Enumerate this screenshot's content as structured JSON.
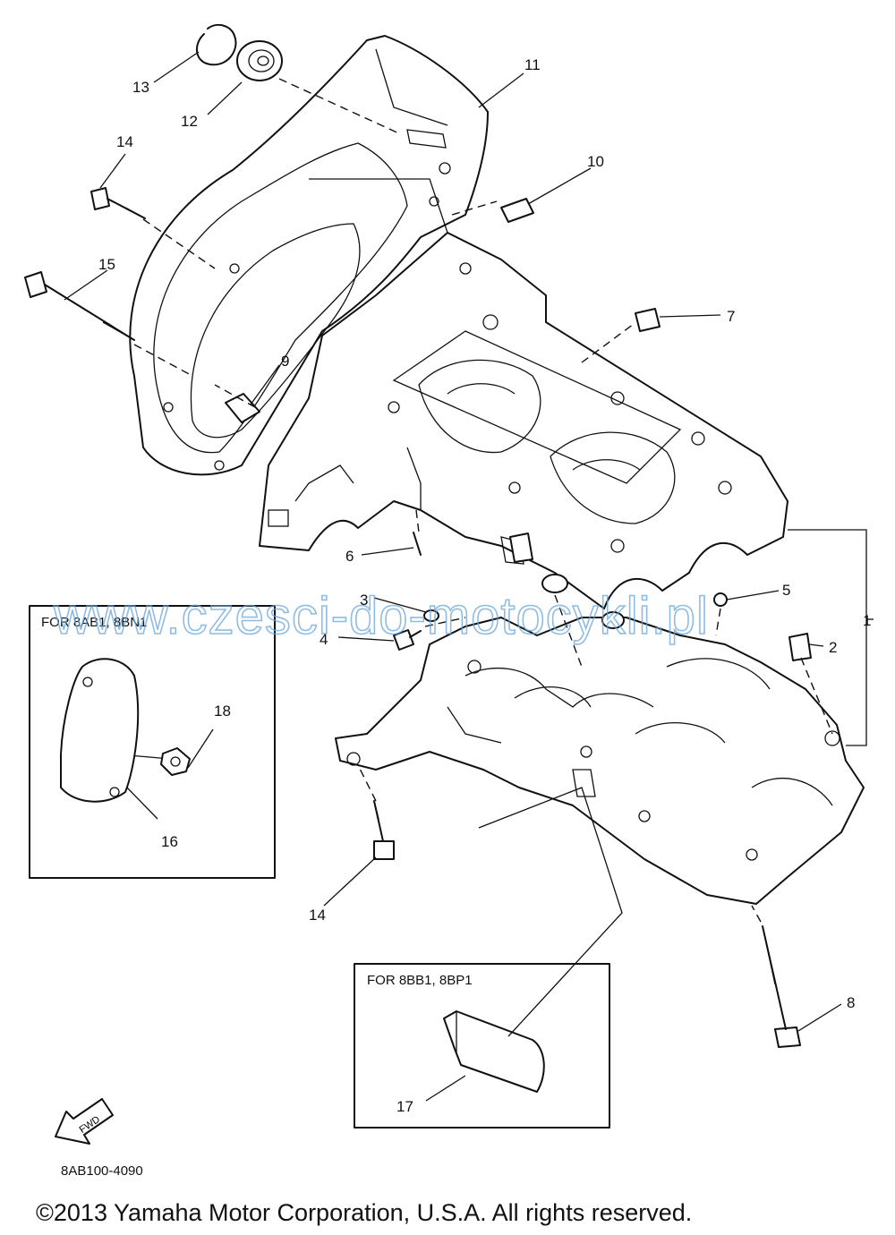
{
  "diagram": {
    "parts": [
      {
        "number": "1"
      },
      {
        "number": "2"
      },
      {
        "number": "3"
      },
      {
        "number": "4"
      },
      {
        "number": "5"
      },
      {
        "number": "6"
      },
      {
        "number": "7"
      },
      {
        "number": "8"
      },
      {
        "number": "9"
      },
      {
        "number": "10"
      },
      {
        "number": "11"
      },
      {
        "number": "12"
      },
      {
        "number": "13"
      },
      {
        "number": "14"
      },
      {
        "number": "15"
      },
      {
        "number": "14"
      },
      {
        "number": "16"
      },
      {
        "number": "17"
      },
      {
        "number": "18"
      }
    ],
    "inset_left": {
      "title": "FOR 8AB1, 8BN1"
    },
    "inset_bottom": {
      "title": "FOR 8BB1, 8BP1"
    },
    "fwd_label": "FWD",
    "watermark": "www.czesci-do-motocykli.pl",
    "drawing_code": "8AB100-4090",
    "copyright": "©2013 Yamaha Motor Corporation, U.S.A. All rights reserved."
  }
}
